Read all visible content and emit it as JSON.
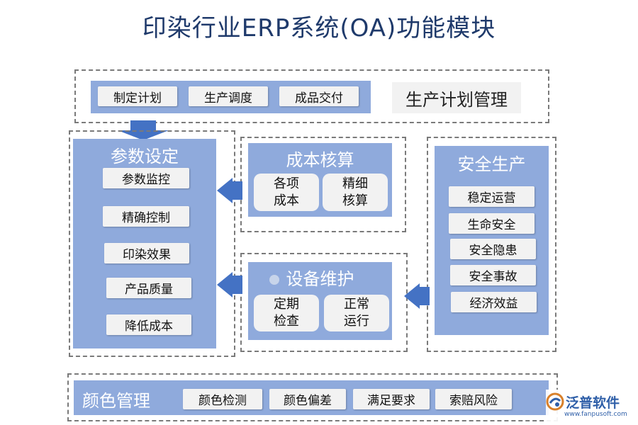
{
  "title": "印染行业ERP系统(OA)功能模块",
  "production_plan": {
    "label": "生产计划管理",
    "items": [
      "制定计划",
      "生产调度",
      "成品交付"
    ]
  },
  "param_setting": {
    "heading": "参数设定",
    "items": [
      "参数监控",
      "精确控制",
      "印染效果",
      "产品质量",
      "降低成本"
    ]
  },
  "cost_accounting": {
    "heading": "成本核算",
    "items": [
      "各项\n成本",
      "精细\n核算"
    ]
  },
  "equipment_maintenance": {
    "heading": "设备维护",
    "items": [
      "定期\n检查",
      "正常\n运行"
    ]
  },
  "safety_production": {
    "heading": "安全生产",
    "items": [
      "稳定运营",
      "生命安全",
      "安全隐患",
      "安全事故",
      "经济效益"
    ]
  },
  "color_management": {
    "heading": "颜色管理",
    "items": [
      "颜色检测",
      "颜色偏差",
      "满足要求",
      "索赔风险"
    ]
  },
  "logo": {
    "name": "泛普软件",
    "url": "www.fanpusoft.com"
  },
  "colors": {
    "panel": "#8faadc",
    "arrow": "#4472c4",
    "title": "#1f3a6b"
  }
}
